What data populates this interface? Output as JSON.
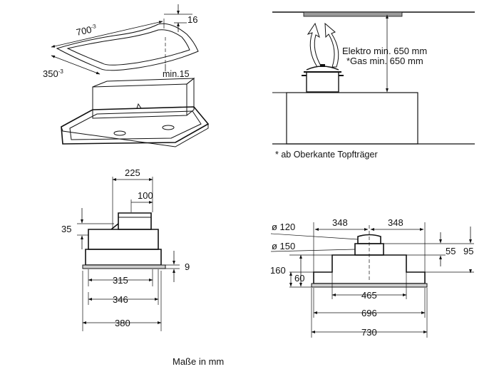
{
  "view_install": {
    "width_label": "700",
    "width_tol": "-3",
    "depth_label": "350",
    "depth_tol": "-3",
    "frame_label": "16",
    "min_label": "min.15"
  },
  "view_distance": {
    "electro_label": "Elektro min. 650 mm",
    "gas_label": "*Gas min. 650 mm",
    "footnote": "* ab Oberkante Topfträger"
  },
  "view_side": {
    "d225": "225",
    "d100": "100",
    "d35": "35",
    "d9": "9",
    "d315": "315",
    "d346": "346",
    "d380": "380"
  },
  "view_front": {
    "dia120": "ø 120",
    "dia150": "ø 150",
    "d348_left": "348",
    "d348_right": "348",
    "d55": "55",
    "d95": "95",
    "d160": "160",
    "d60": "60",
    "d465": "465",
    "d696": "696",
    "d730": "730"
  },
  "caption": "Maße in mm"
}
